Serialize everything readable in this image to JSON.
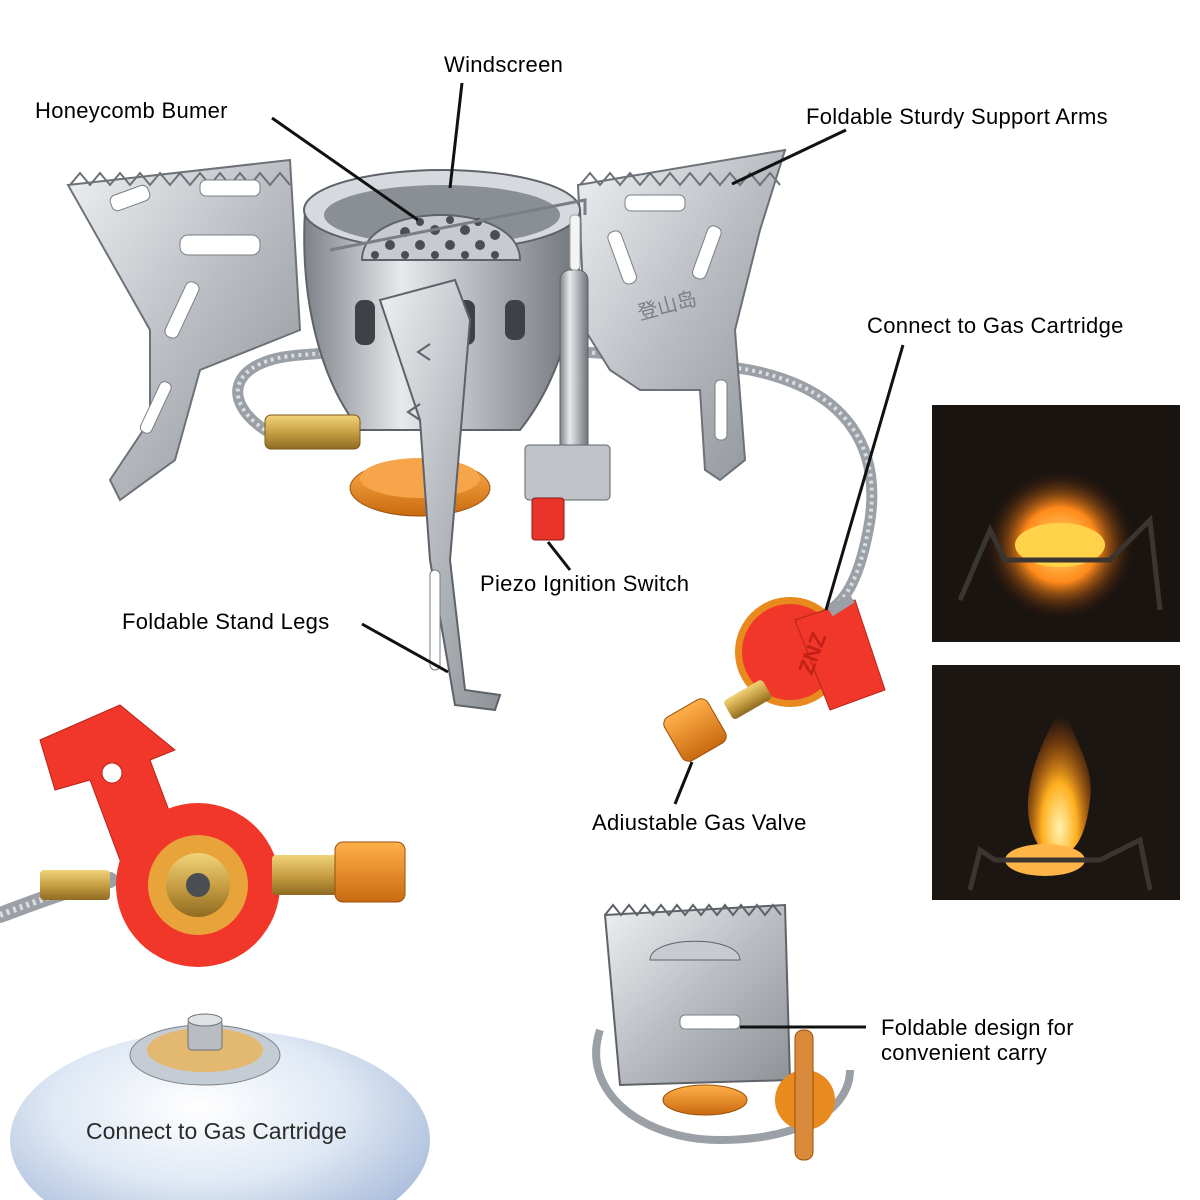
{
  "labels": {
    "windscreen": "Windscreen",
    "honeycomb_burner": "Honeycomb Bumer",
    "support_arms": "Foldable Sturdy Support Arms",
    "gas_cartridge_top": "Connect to Gas Cartridge",
    "piezo_switch": "Piezo Ignition Switch",
    "stand_legs": "Foldable Stand Legs",
    "gas_valve": "Adiustable Gas Valve",
    "foldable_design_line1": "Foldable design for",
    "foldable_design_line2": "convenient carry",
    "gas_cartridge_bottom": "Connect to Gas Cartridge"
  },
  "brand_mark": "ZNZ",
  "colors": {
    "steel": "#c9ccd0",
    "steel_dark": "#8d9297",
    "brass": "#c9a045",
    "orange_knob": "#e88a1e",
    "red_cap": "#f0372a",
    "flame_orange": "#f38a1a",
    "photo_bg": "#1a1410"
  }
}
